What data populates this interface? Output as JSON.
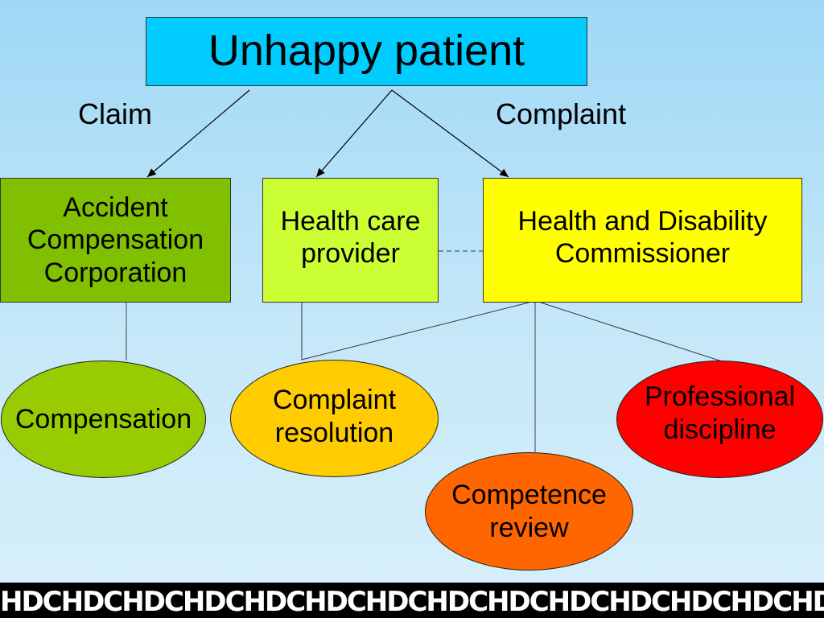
{
  "title": "Unhappy patient",
  "edge_labels": {
    "claim": "Claim",
    "complaint": "Complaint"
  },
  "nodes": {
    "acc": {
      "lines": [
        "Accident",
        "Compensation",
        "Corporation"
      ],
      "color": "#80c000"
    },
    "provider": {
      "lines": [
        "Health care",
        "provider"
      ],
      "color": "#ccff33"
    },
    "hdc": {
      "lines": [
        "Health and Disability",
        "Commissioner"
      ],
      "color": "#ffff00"
    },
    "compensation": {
      "lines": [
        "Compensation"
      ],
      "color": "#99cc00"
    },
    "complaint_resolution": {
      "lines": [
        "Complaint",
        "resolution"
      ],
      "color": "#ffcc00"
    },
    "competence_review": {
      "lines": [
        "Competence",
        "review"
      ],
      "color": "#ff6600"
    },
    "professional_discipline": {
      "lines": [
        "Professional",
        "discipline"
      ],
      "color": "#ff0000"
    }
  },
  "colors": {
    "title_box": "#00ccff",
    "footer": "#000000"
  },
  "footer_logo": "HDC"
}
